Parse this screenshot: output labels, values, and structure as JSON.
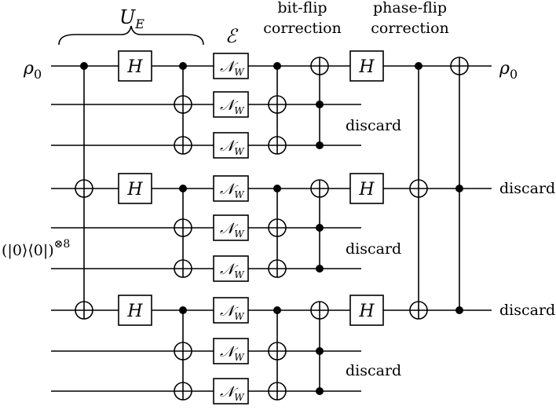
{
  "labels": {
    "ue_text": "U",
    "ue_sub": "E",
    "channel": "ℰ",
    "bitflip_line1": "bit-flip",
    "bitflip_line2": "correction",
    "phaseflip_line1": "phase-flip",
    "phaseflip_line2": "correction",
    "rho_in_text": "ρ",
    "rho_in_sub": "0",
    "rho_out_text": "ρ",
    "rho_out_sub": "0",
    "ancilla_text": "(|0⟩⟨0|)",
    "ancilla_sup": "⊗8",
    "hadamard": "H",
    "noise_text": "𝒩",
    "noise_sub": "W",
    "discard_group1": "discard",
    "discard_group2": "discard",
    "discard_group3": "discard",
    "discard_wire3": "discard",
    "discard_wire6": "discard"
  }
}
